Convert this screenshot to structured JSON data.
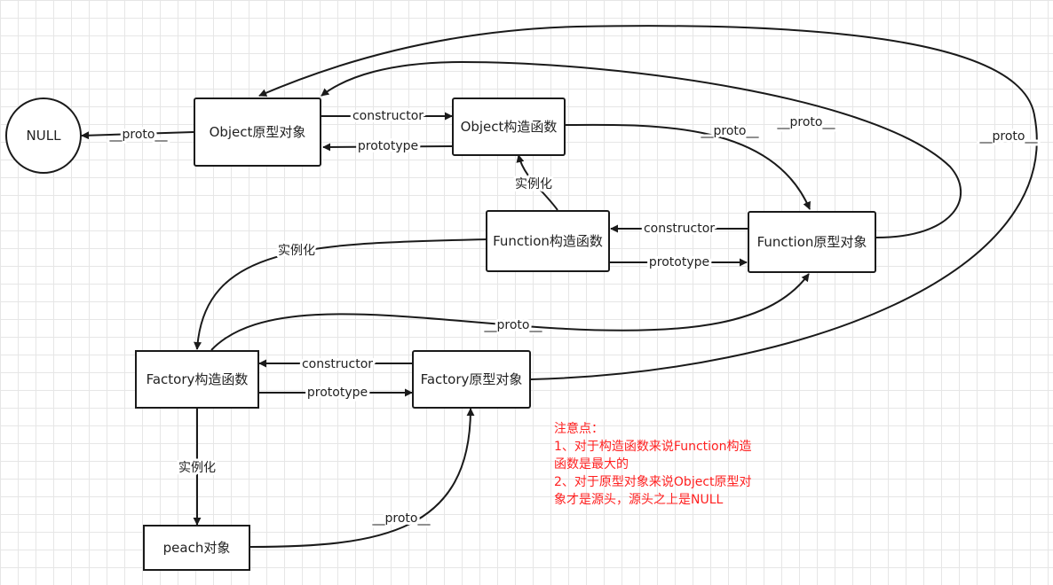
{
  "nodes": {
    "null": "NULL",
    "object_proto": "Object原型对象",
    "object_ctor": "Object构造函数",
    "function_ctor": "Function构造函数",
    "function_proto": "Function原型对象",
    "factory_ctor": "Factory构造函数",
    "factory_proto": "Factory原型对象",
    "peach": "peach对象"
  },
  "edge_labels": {
    "object_proto_to_null": "__proto__",
    "object_proto_to_object_ctor": "constructor",
    "object_ctor_to_object_proto": "prototype",
    "object_ctor_to_function_proto": "__proto__",
    "function_ctor_to_object_ctor": "实例化",
    "function_proto_to_function_ctor": "constructor",
    "function_ctor_to_function_proto": "prototype",
    "function_proto_to_object_proto": "__proto__",
    "function_ctor_to_factory_ctor": "实例化",
    "factory_ctor_to_function_proto": "__proto__",
    "factory_proto_to_factory_ctor": "constructor",
    "factory_ctor_to_factory_proto": "prototype",
    "factory_proto_to_object_proto": "__proto__",
    "factory_ctor_to_peach": "实例化",
    "peach_to_factory_proto": "__proto__"
  },
  "note": {
    "title": "注意点：",
    "lines": [
      "1、对于构造函数来说Function构造",
      "函数是最大的",
      "2、对于原型对象来说Object原型对",
      "象才是源头，源头之上是NULL"
    ]
  },
  "colors": {
    "line": "#1a1a1a",
    "note": "#ff2020",
    "grid": "#e6e6e6"
  }
}
